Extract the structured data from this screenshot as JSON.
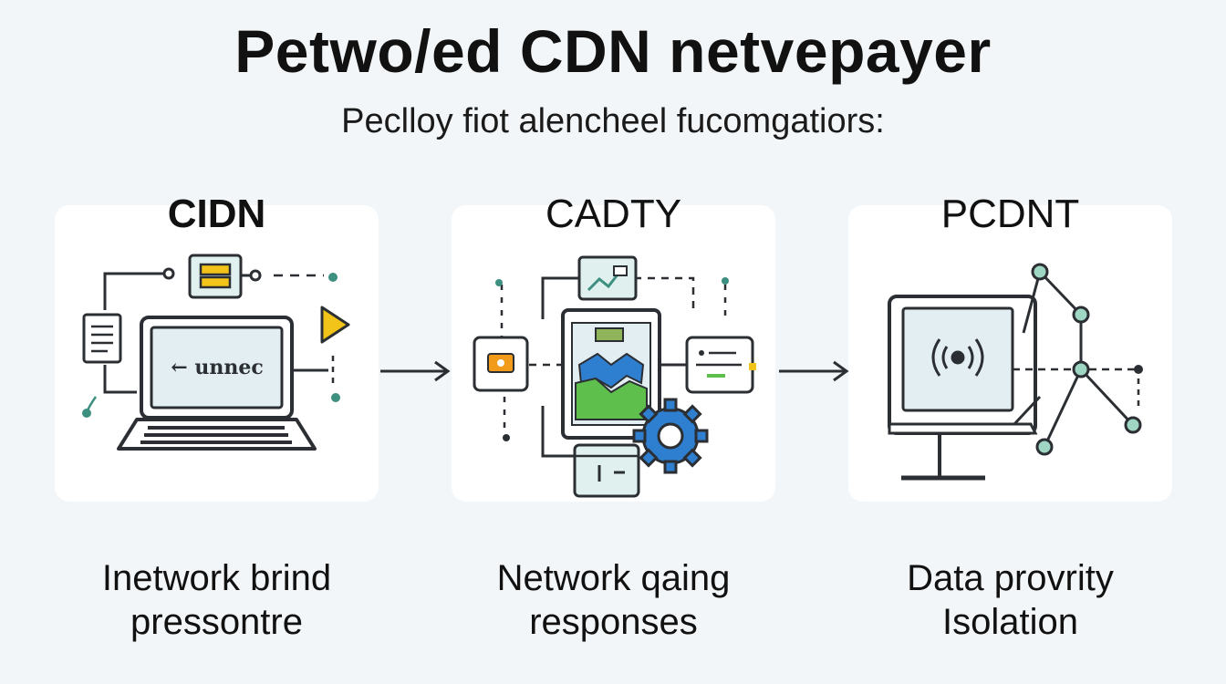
{
  "header": {
    "title": "Petwo/ed CDN netvepayer",
    "subtitle": "Peclloy fiot alencheel fucomgatiors:"
  },
  "panels": [
    {
      "label": "CIDN",
      "screen_text": "← unnec",
      "caption_line1": "Inetwork brind",
      "caption_line2": "pressontre"
    },
    {
      "label": "CADTY",
      "caption_line1": "Network qaing",
      "caption_line2": "responses"
    },
    {
      "label": "PCDNT",
      "caption_line1": "Data provrity",
      "caption_line2": "Isolation"
    }
  ],
  "colors": {
    "outline": "#2b2f33",
    "screen": "#e3eef3",
    "accent_yellow": "#f2c318",
    "accent_teal": "#3d8f80",
    "accent_green": "#5fbf4d",
    "accent_blue": "#2f7fd1",
    "accent_orange": "#f29a1a",
    "node_fill": "#9fd6c4"
  }
}
